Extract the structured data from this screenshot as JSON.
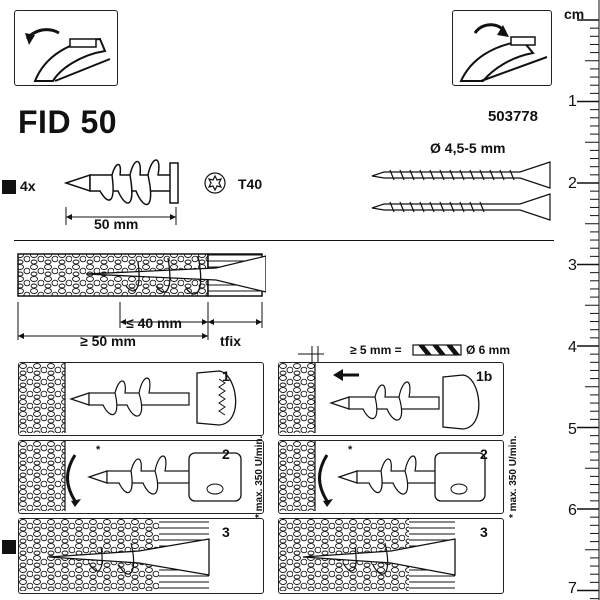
{
  "document": {
    "product_name": "FID 50",
    "article_number": "503778",
    "quantity_label": "4x",
    "bit_label": "T40",
    "dowel_length_label": "50 mm",
    "screw_diameter_label": "Ø 4,5-5 mm",
    "depth_min_label": "≤ 40 mm",
    "length_min_label": "≥ 50 mm",
    "tfix_label": "tfix",
    "drill_spec_prefix": "≥ 5 mm =",
    "drill_spec_suffix": "Ø 6 mm",
    "speed_note": "* max. 350 U/min.",
    "star_mark": "*",
    "steps_left": [
      "1",
      "2",
      "3"
    ],
    "steps_right": [
      "1b",
      "2",
      "3"
    ]
  },
  "ruler": {
    "unit": "cm",
    "marks": [
      "1",
      "2",
      "3",
      "4",
      "5",
      "6",
      "7"
    ]
  }
}
